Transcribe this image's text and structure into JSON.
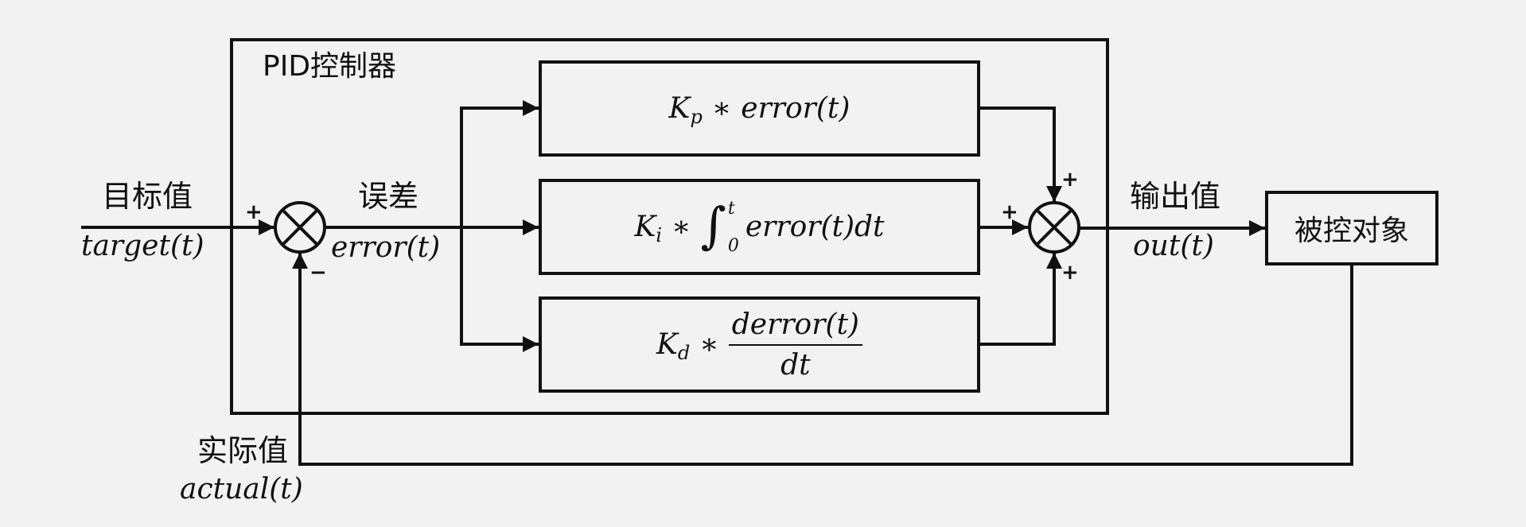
{
  "controller": {
    "title": "PID控制器"
  },
  "inputs": {
    "target_cn": "目标值",
    "target_math": "target(t)",
    "actual_cn": "实际值",
    "actual_math": "actual(t)"
  },
  "error": {
    "cn": "误差",
    "math": "error(t)"
  },
  "output": {
    "cn": "输出值",
    "math": "out(t)"
  },
  "plant": {
    "label": "被控对象"
  },
  "terms": {
    "p": {
      "gain": "K",
      "sub": "p",
      "op": "∗",
      "expr": "error(t)"
    },
    "i": {
      "gain": "K",
      "sub": "i",
      "op": "∗",
      "upper": "t",
      "lower": "0",
      "expr": "error(t)dt"
    },
    "d": {
      "gain": "K",
      "sub": "d",
      "op": "∗",
      "num": "derror(t)",
      "den": "dt"
    }
  },
  "signs": {
    "sum1_top": "+",
    "sum1_bottom": "−",
    "sum2_top": "+",
    "sum2_left": "+",
    "sum2_bottom": "+"
  },
  "icons": {
    "summing_junction": "circle-cross-icon",
    "arrow": "arrowhead-icon"
  }
}
